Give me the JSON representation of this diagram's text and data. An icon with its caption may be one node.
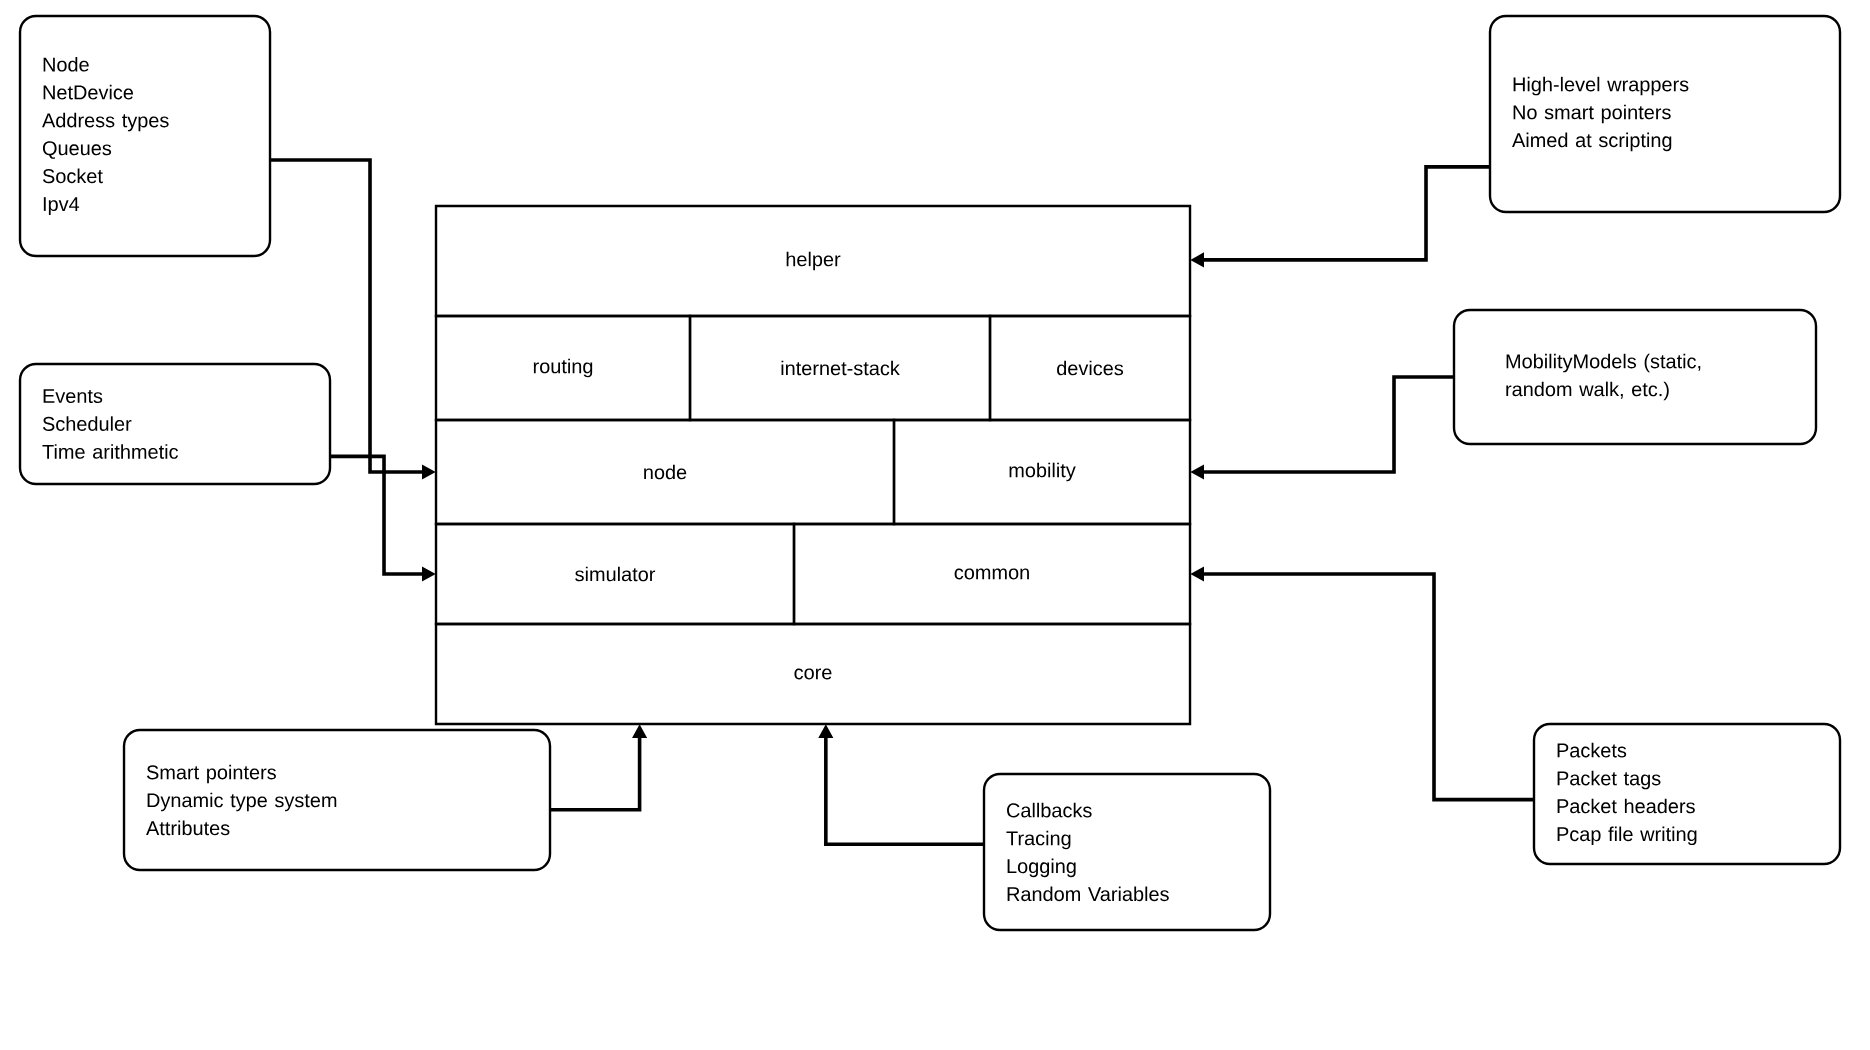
{
  "diagram": {
    "nodes": [
      {
        "text": [
          "helper"
        ]
      },
      {
        "text": [
          "routing"
        ]
      },
      {
        "text": [
          "internet-stack"
        ]
      },
      {
        "text": [
          "devices"
        ]
      },
      {
        "text": [
          "node"
        ]
      },
      {
        "text": [
          "mobility"
        ]
      },
      {
        "text": [
          "simulator"
        ]
      },
      {
        "text": [
          "common"
        ]
      },
      {
        "text": [
          "core"
        ]
      },
      {
        "text": [
          "Node",
          "NetDevice",
          "Address types",
          "Queues",
          "Socket",
          "Ipv4"
        ]
      },
      {
        "text": [
          "Events",
          "Scheduler",
          "Time arithmetic"
        ]
      },
      {
        "text": [
          "Smart pointers",
          "Dynamic type system",
          "Attributes"
        ]
      },
      {
        "text": [
          "Callbacks",
          "Tracing",
          "Logging",
          "Random Variables"
        ]
      },
      {
        "text": [
          "High-level wrappers",
          "No smart pointers",
          "Aimed at scripting"
        ]
      },
      {
        "text": [
          "MobilityModels (static, random walk, etc.)"
        ]
      },
      {
        "text": [
          "Packets",
          "Packet tags",
          "Packet headers",
          "Pcap file writing"
        ]
      }
    ],
    "edges": [
      {
        "from": 9,
        "to": 4,
        "arrow": "to"
      },
      {
        "from": 10,
        "to": 6,
        "arrow": "to"
      },
      {
        "from": 11,
        "to": 8,
        "arrow": "to"
      },
      {
        "from": 12,
        "to": 8,
        "arrow": "to"
      },
      {
        "from": 13,
        "to": 0,
        "arrow": "to"
      },
      {
        "from": 14,
        "to": 5,
        "arrow": "to"
      },
      {
        "from": 15,
        "to": 7,
        "arrow": "to"
      }
    ]
  }
}
